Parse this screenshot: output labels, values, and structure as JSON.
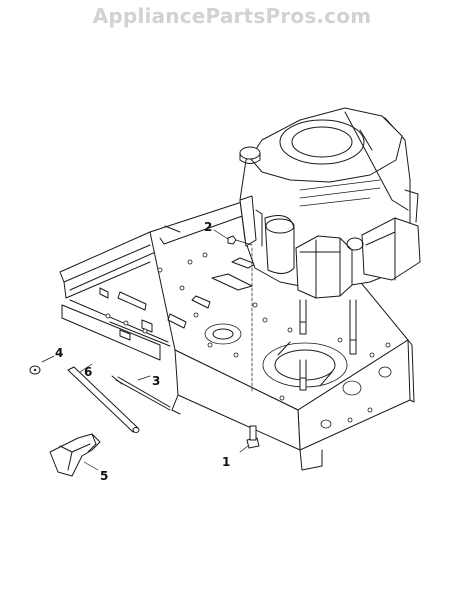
{
  "watermark": "AppliancePartsPros.com",
  "callouts": [
    "1",
    "2",
    "3",
    "4",
    "5",
    "6"
  ]
}
